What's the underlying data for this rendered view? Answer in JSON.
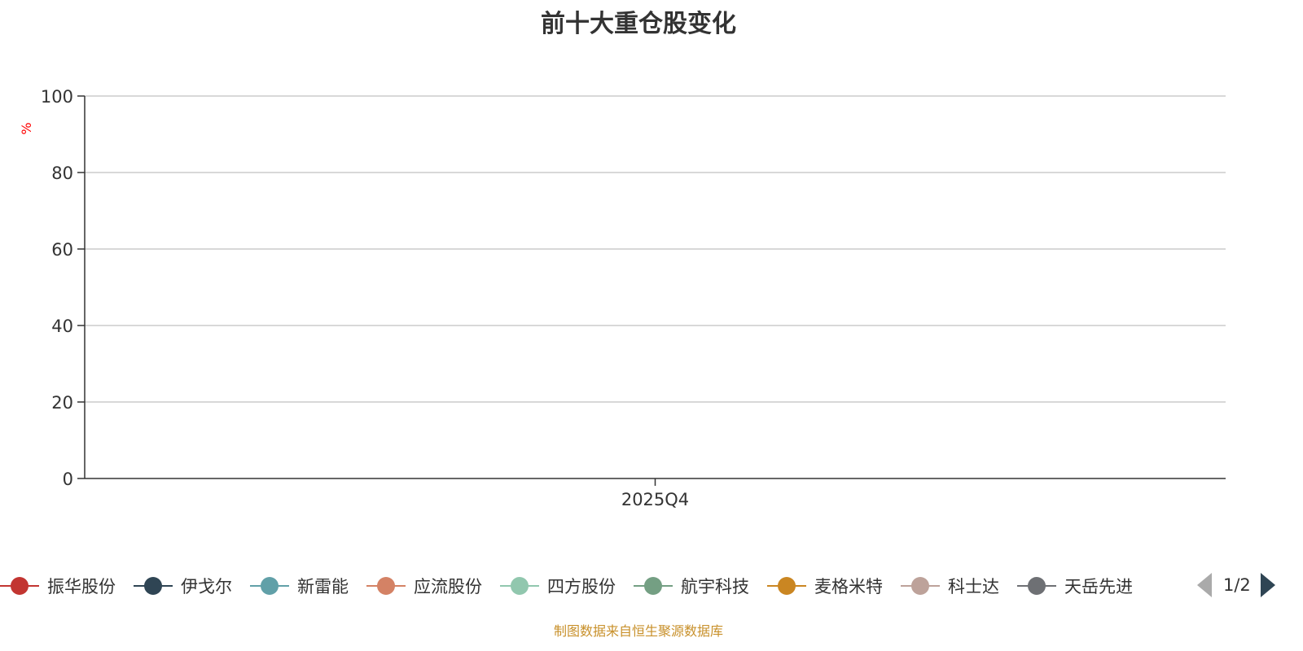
{
  "chart_data": {
    "type": "line",
    "title": "前十大重仓股变化",
    "ylabel": "%",
    "xlabel": "",
    "categories": [
      "2025Q4"
    ],
    "ylim": [
      0,
      100
    ],
    "yticks": [
      "0",
      "20",
      "40",
      "60",
      "80",
      "100"
    ],
    "grid": true,
    "legend_placement": "bottom",
    "series": [
      {
        "name": "振华股份",
        "color": "#c23531",
        "values": []
      },
      {
        "name": "伊戈尔",
        "color": "#2f4554",
        "values": []
      },
      {
        "name": "新雷能",
        "color": "#61a0a8",
        "values": []
      },
      {
        "name": "应流股份",
        "color": "#d48265",
        "values": []
      },
      {
        "name": "四方股份",
        "color": "#91c7ae",
        "values": []
      },
      {
        "name": "航宇科技",
        "color": "#749f83",
        "values": []
      },
      {
        "name": "麦格米特",
        "color": "#ca8622",
        "values": []
      },
      {
        "name": "科士达",
        "color": "#bda29a",
        "values": []
      },
      {
        "name": "天岳先进",
        "color": "#6e7074",
        "values": []
      }
    ]
  },
  "legend_page": "1/2",
  "source": "制图数据来自恒生聚源数据库"
}
